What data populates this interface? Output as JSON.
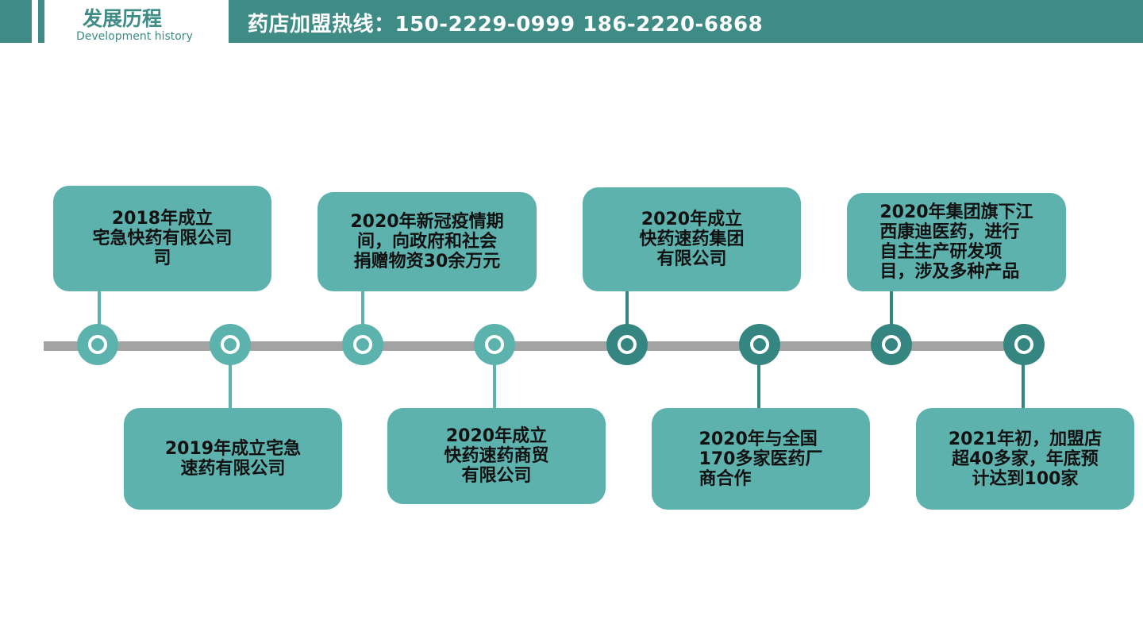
{
  "header": {
    "title_zh": "发展历程",
    "title_en": "Development history",
    "hotline": "药店加盟热线：150-2229-0999   186-2220-6868"
  },
  "colors": {
    "primary": "#3e8c85",
    "node_light": "#5cb3ae",
    "node_dark": "#358680",
    "track": "#a3a3a3",
    "card": "#5db2ae"
  },
  "timeline": {
    "events": [
      {
        "text": "2018年成立\n宅急快药有限公司\n司"
      },
      {
        "text": "2019年成立宅急\n速药有限公司"
      },
      {
        "text": "2020年新冠疫情期\n间，向政府和社会\n捐赠物资30余万元"
      },
      {
        "text": "2020年成立\n快药速药商贸\n有限公司"
      },
      {
        "text": "2020年成立\n快药速药集团\n有限公司"
      },
      {
        "text": "2020年与全国\n170多家医药厂\n商合作"
      },
      {
        "text": "2020年集团旗下江\n西康迪医药，进行\n自主生产研发项\n目，涉及多种产品"
      },
      {
        "text": "2021年初，加盟店\n超40多家，年底预\n计达到100家"
      }
    ]
  }
}
